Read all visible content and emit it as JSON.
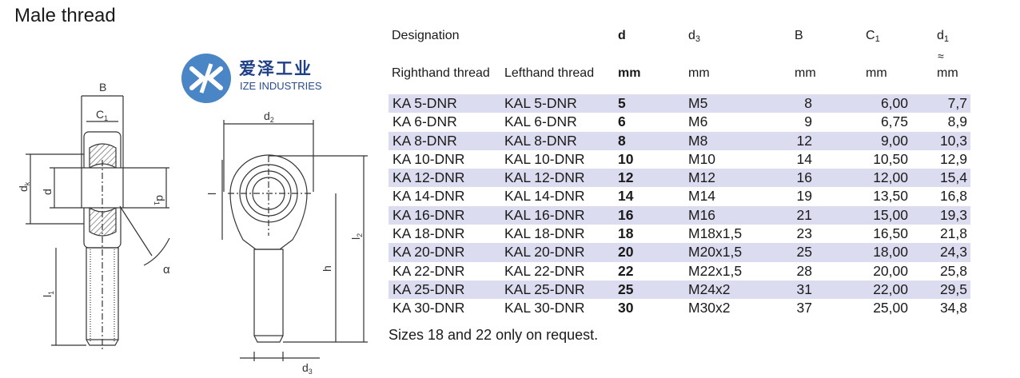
{
  "page_title": "Male thread",
  "logo": {
    "cn": "爱泽工业",
    "en": "IZE INDUSTRIES"
  },
  "drawing_labels": {
    "B": "B",
    "C": "C",
    "C_sub": "1",
    "dk": "d",
    "dk_sub": "k",
    "d": "d",
    "d1": "d",
    "d1_sub": "1",
    "alpha": "α",
    "l1": "l",
    "l1_sub": "1",
    "d2": "d",
    "d2_sub": "2",
    "l": "l",
    "l2": "l",
    "l2_sub": "2",
    "h": "h",
    "d3": "d",
    "d3_sub": "3"
  },
  "table": {
    "header": {
      "designation": "Designation",
      "d": "d",
      "d3": "d",
      "d3_sub": "3",
      "B": "B",
      "C1": "C",
      "C1_sub": "1",
      "d1": "d",
      "d1_sub": "1",
      "d1_approx": "≈",
      "righthand": "Righthand thread",
      "lefthand": "Lefthand thread",
      "unit_d": "mm",
      "unit_d3": "mm",
      "unit_B": "mm",
      "unit_C1": "mm",
      "unit_d1": "mm"
    },
    "rows": [
      {
        "rh": "KA 5-DNR",
        "lh": "KAL 5-DNR",
        "d": "5",
        "d3": "M5",
        "B": "8",
        "C1": "6,00",
        "d1": "7,7"
      },
      {
        "rh": "KA 6-DNR",
        "lh": "KAL 6-DNR",
        "d": "6",
        "d3": "M6",
        "B": "9",
        "C1": "6,75",
        "d1": "8,9"
      },
      {
        "rh": "KA 8-DNR",
        "lh": "KAL 8-DNR",
        "d": "8",
        "d3": "M8",
        "B": "12",
        "C1": "9,00",
        "d1": "10,3"
      },
      {
        "rh": "KA 10-DNR",
        "lh": "KAL 10-DNR",
        "d": "10",
        "d3": "M10",
        "B": "14",
        "C1": "10,50",
        "d1": "12,9"
      },
      {
        "rh": "KA 12-DNR",
        "lh": "KAL 12-DNR",
        "d": "12",
        "d3": "M12",
        "B": "16",
        "C1": "12,00",
        "d1": "15,4"
      },
      {
        "rh": "KA 14-DNR",
        "lh": "KAL 14-DNR",
        "d": "14",
        "d3": "M14",
        "B": "19",
        "C1": "13,50",
        "d1": "16,8"
      },
      {
        "rh": "KA 16-DNR",
        "lh": "KAL 16-DNR",
        "d": "16",
        "d3": "M16",
        "B": "21",
        "C1": "15,00",
        "d1": "19,3"
      },
      {
        "rh": "KA 18-DNR",
        "lh": "KAL 18-DNR",
        "d": "18",
        "d3": "M18x1,5",
        "B": "23",
        "C1": "16,50",
        "d1": "21,8"
      },
      {
        "rh": "KA 20-DNR",
        "lh": "KAL 20-DNR",
        "d": "20",
        "d3": "M20x1,5",
        "B": "25",
        "C1": "18,00",
        "d1": "24,3"
      },
      {
        "rh": "KA 22-DNR",
        "lh": "KAL 22-DNR",
        "d": "22",
        "d3": "M22x1,5",
        "B": "28",
        "C1": "20,00",
        "d1": "25,8"
      },
      {
        "rh": "KA 25-DNR",
        "lh": "KAL 25-DNR",
        "d": "25",
        "d3": "M24x2",
        "B": "31",
        "C1": "22,00",
        "d1": "29,5"
      },
      {
        "rh": "KA 30-DNR",
        "lh": "KAL 30-DNR",
        "d": "30",
        "d3": "M30x2",
        "B": "37",
        "C1": "25,00",
        "d1": "34,8"
      }
    ]
  },
  "footnote": "Sizes 18 and 22 only on request.",
  "colors": {
    "row_shade": "#dcdcf0",
    "logo_blue": "#4a86c5",
    "logo_text": "#1f3f86"
  }
}
